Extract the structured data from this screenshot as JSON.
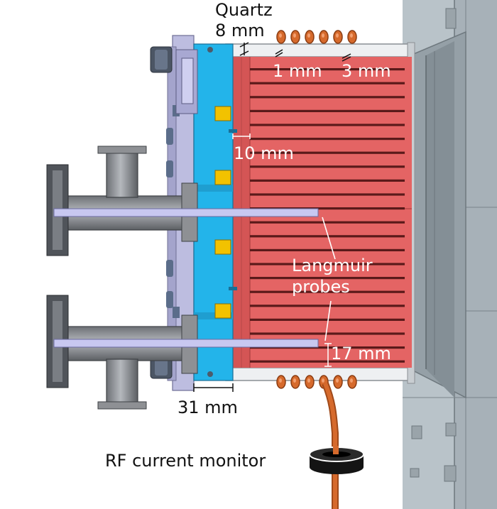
{
  "labels": {
    "quartz": "Quartz",
    "quartz_thickness": "8 mm",
    "spacing_1mm": "1 mm",
    "spacing_3mm": "3 mm",
    "gap_10mm": "10 mm",
    "langmuir_line1": "Langmuir",
    "langmuir_line2": "probes",
    "span_17mm": "17 mm",
    "depth_31mm": "31 mm",
    "rf_monitor": "RF current monitor"
  },
  "colors": {
    "chamber_red": "#e46464",
    "flange_blue": "#23b4ea",
    "gold_pad": "#f2c200",
    "copper_coil": "#d66a2c",
    "probe_lavender": "#c8c8f0",
    "steel_gray": "#8e9094",
    "wall_gray": "#b9c3c9"
  }
}
